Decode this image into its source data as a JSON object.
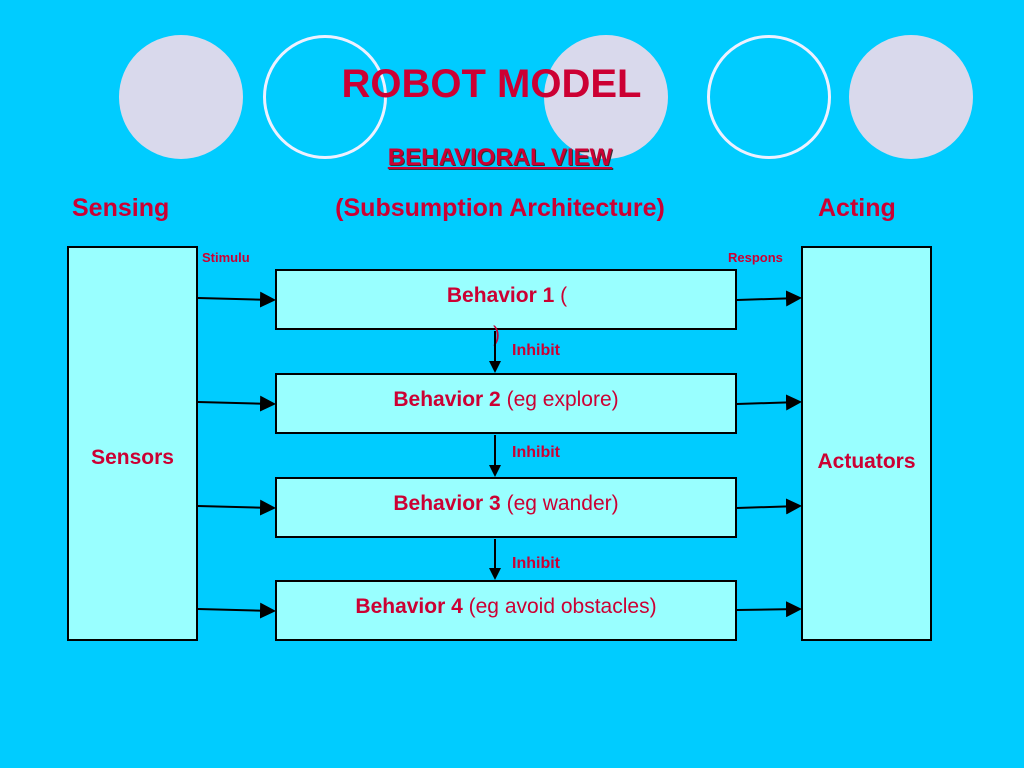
{
  "title": "ROBOT MODEL",
  "subtitle": "BEHAVIORAL VIEW",
  "architecture": "(Subsumption Architecture)",
  "sensing_label": "Sensing",
  "acting_label": "Acting",
  "stimulus_label": "Stimulu",
  "response_label": "Respons",
  "sensors_label": "Sensors",
  "actuators_label": "Actuators",
  "behaviors": [
    {
      "name": "Behavior 1",
      "detail": " (",
      "overflow": ")"
    },
    {
      "name": "Behavior 2",
      "detail": " (eg explore)"
    },
    {
      "name": "Behavior 3",
      "detail": " (eg wander)"
    },
    {
      "name": "Behavior 4",
      "detail": " (eg avoid obstacles)"
    }
  ],
  "inhibit_labels": [
    "Inhibit",
    "Inhibit",
    "Inhibit"
  ],
  "colors": {
    "background": "#00ccff",
    "text": "#cc0033",
    "box_fill": "#99ffff",
    "decor_circle": "#d9d9ec"
  }
}
